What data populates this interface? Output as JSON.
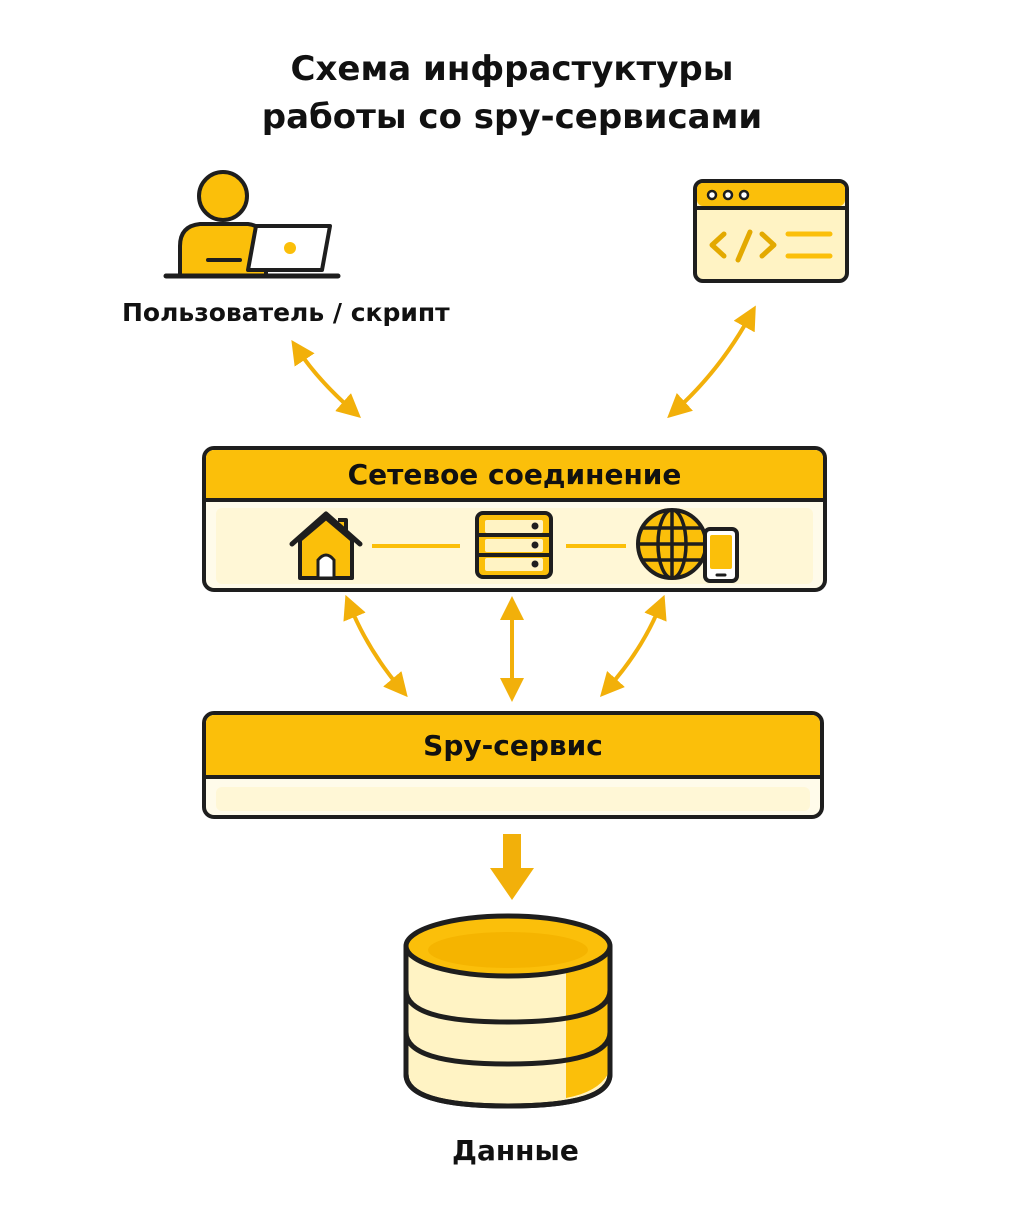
{
  "title": {
    "line1": "Схема инфрастуктуры",
    "line2": "работы со spy-сервисами"
  },
  "nodes": {
    "user_label": "Пользователь / скрипт",
    "network_title": "Сетевое соединение",
    "spy_title": "Spy-сервис",
    "data_label": "Данные"
  },
  "icons": {
    "user": "user-laptop-icon",
    "browser": "code-browser-window-icon",
    "home": "home-icon",
    "server": "server-icon",
    "globe": "globe-icon",
    "phone": "mobile-phone-icon",
    "database": "database-icon"
  },
  "colors": {
    "accent": "#fbbf0a",
    "dark": "#1e1e1e",
    "panel_bg": "#fffbea",
    "light": "#fff3c4"
  }
}
